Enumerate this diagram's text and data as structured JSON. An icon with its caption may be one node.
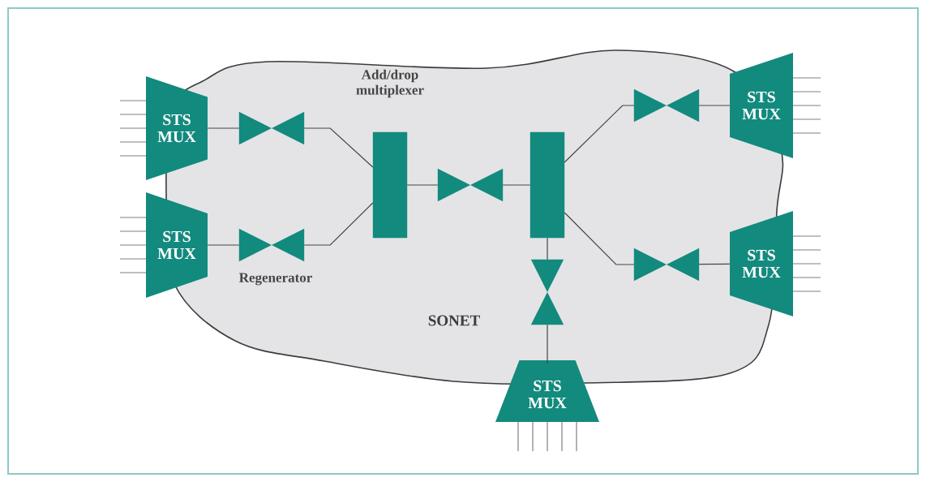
{
  "diagram": {
    "nodes": [
      {
        "text": [
          "SONET"
        ]
      },
      {
        "text": [
          "STS MUX"
        ]
      },
      {
        "text": [
          "STS MUX"
        ]
      },
      {
        "text": [],
        "shape": "bowtie",
        "in": 0
      },
      {
        "text": [],
        "shape": "bowtie",
        "in": 0
      },
      {
        "text": [],
        "shape": "bar",
        "in": 0
      },
      {
        "text": [],
        "shape": "bowtie",
        "in": 0
      },
      {
        "text": [],
        "shape": "bar",
        "in": 0
      },
      {
        "text": [],
        "shape": "bowtie",
        "in": 0
      },
      {
        "text": [],
        "shape": "bowtie",
        "in": 0
      },
      {
        "text": [
          "STS MUX"
        ]
      },
      {
        "text": [
          "STS MUX"
        ]
      },
      {
        "text": [],
        "shape": "bowtie",
        "in": 0
      },
      {
        "text": [
          "STS MUX"
        ]
      }
    ],
    "edges": [
      {
        "from": 1,
        "to": 3,
        "arrow": "none"
      },
      {
        "from": 3,
        "to": 5,
        "arrow": "none"
      },
      {
        "from": 2,
        "to": 4,
        "arrow": "none"
      },
      {
        "from": 4,
        "to": 5,
        "arrow": "none"
      },
      {
        "from": 5,
        "to": 6,
        "arrow": "none"
      },
      {
        "from": 6,
        "to": 7,
        "arrow": "none"
      },
      {
        "from": 7,
        "to": 8,
        "arrow": "none"
      },
      {
        "from": 8,
        "to": 10,
        "arrow": "none"
      },
      {
        "from": 7,
        "to": 9,
        "arrow": "none"
      },
      {
        "from": 9,
        "to": 11,
        "arrow": "none"
      },
      {
        "from": 7,
        "to": 12,
        "arrow": "none"
      },
      {
        "from": 12,
        "to": 13,
        "arrow": "none"
      }
    ],
    "labels": [
      "Add/drop multiplexer",
      "Regenerator"
    ]
  }
}
